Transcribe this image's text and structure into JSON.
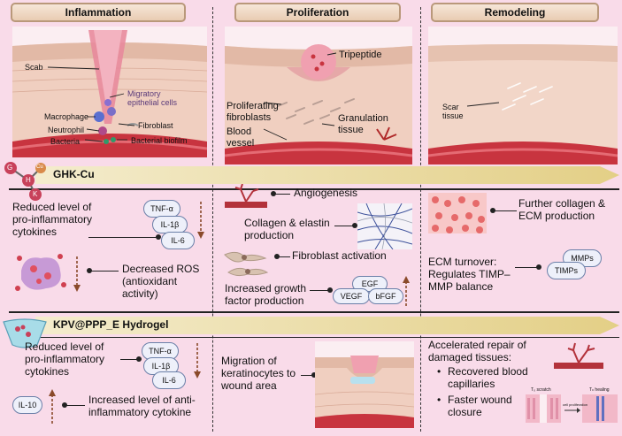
{
  "headers": {
    "inflammation": "Inflammation",
    "proliferation": "Proliferation",
    "remodeling": "Remodeling"
  },
  "inflammation_labels": {
    "scab": "Scab",
    "migratory": "Migratory\nepithelial cells",
    "macrophage": "Macrophage",
    "fibroblast": "Fibroblast",
    "neutrophil": "Neutrophil",
    "bacteria": "Bacteria",
    "biofilm": "Bacterial biofilm"
  },
  "proliferation_labels": {
    "tripeptide": "Tripeptide",
    "prolif_fibro": "Proliferating\nfibroblasts",
    "granulation": "Granulation\ntissue",
    "blood_vessel": "Blood\nvessel"
  },
  "remodeling_labels": {
    "scar": "Scar\ntissue"
  },
  "ghk": {
    "title": "GHK-Cu",
    "molecule": {
      "g": "G",
      "h": "H",
      "k": "K",
      "cu": "Cu"
    },
    "inflam_text": "Reduced level of\npro-inflammatory\ncytokines",
    "cytokines": [
      "TNF-α",
      "IL-1β",
      "IL-6"
    ],
    "ros_text": "Decreased ROS\n(antioxidant\nactivity)",
    "angiogenesis": "Angiogenesis",
    "collagen_elastin": "Collagen & elastin\nproduction",
    "fibro_activation": "Fibroblast activation",
    "growth_factor": "Increased growth\nfactor production",
    "growth_factors": [
      "EGF",
      "VEGF",
      "bFGF"
    ],
    "further_collagen": "Further collagen &\nECM production",
    "ecm_turnover": "ECM turnover:\nRegulates TIMP–\nMMP balance",
    "mmps": "MMPs",
    "timps": "TIMPs"
  },
  "kpv": {
    "title": "KPV@PPP_E Hydrogel",
    "inflam_text": "Reduced level of\npro-inflammatory\ncytokines",
    "cytokines": [
      "TNF-α",
      "IL-1β",
      "IL-6"
    ],
    "il10": "IL-10",
    "anti_inflam": "Increased level of anti-\ninflammatory cytokine",
    "migration": "Migration of\nkeratinocytes to\nwound area",
    "repair_title": "Accelerated repair of\ndamaged tissues:",
    "bullets": [
      "Recovered blood\ncapillaries",
      "Faster wound\nclosure"
    ],
    "scratch_before": "T₀ scratch",
    "scratch_after": "Tₙ healing",
    "scratch_arrow": "cell proliferation"
  },
  "colors": {
    "background": "#f9dbe9",
    "header_fill": "#eed6c0",
    "arrow": "#e6d8a8",
    "skin": "#f0d3c2",
    "blood": "#c8343f"
  }
}
